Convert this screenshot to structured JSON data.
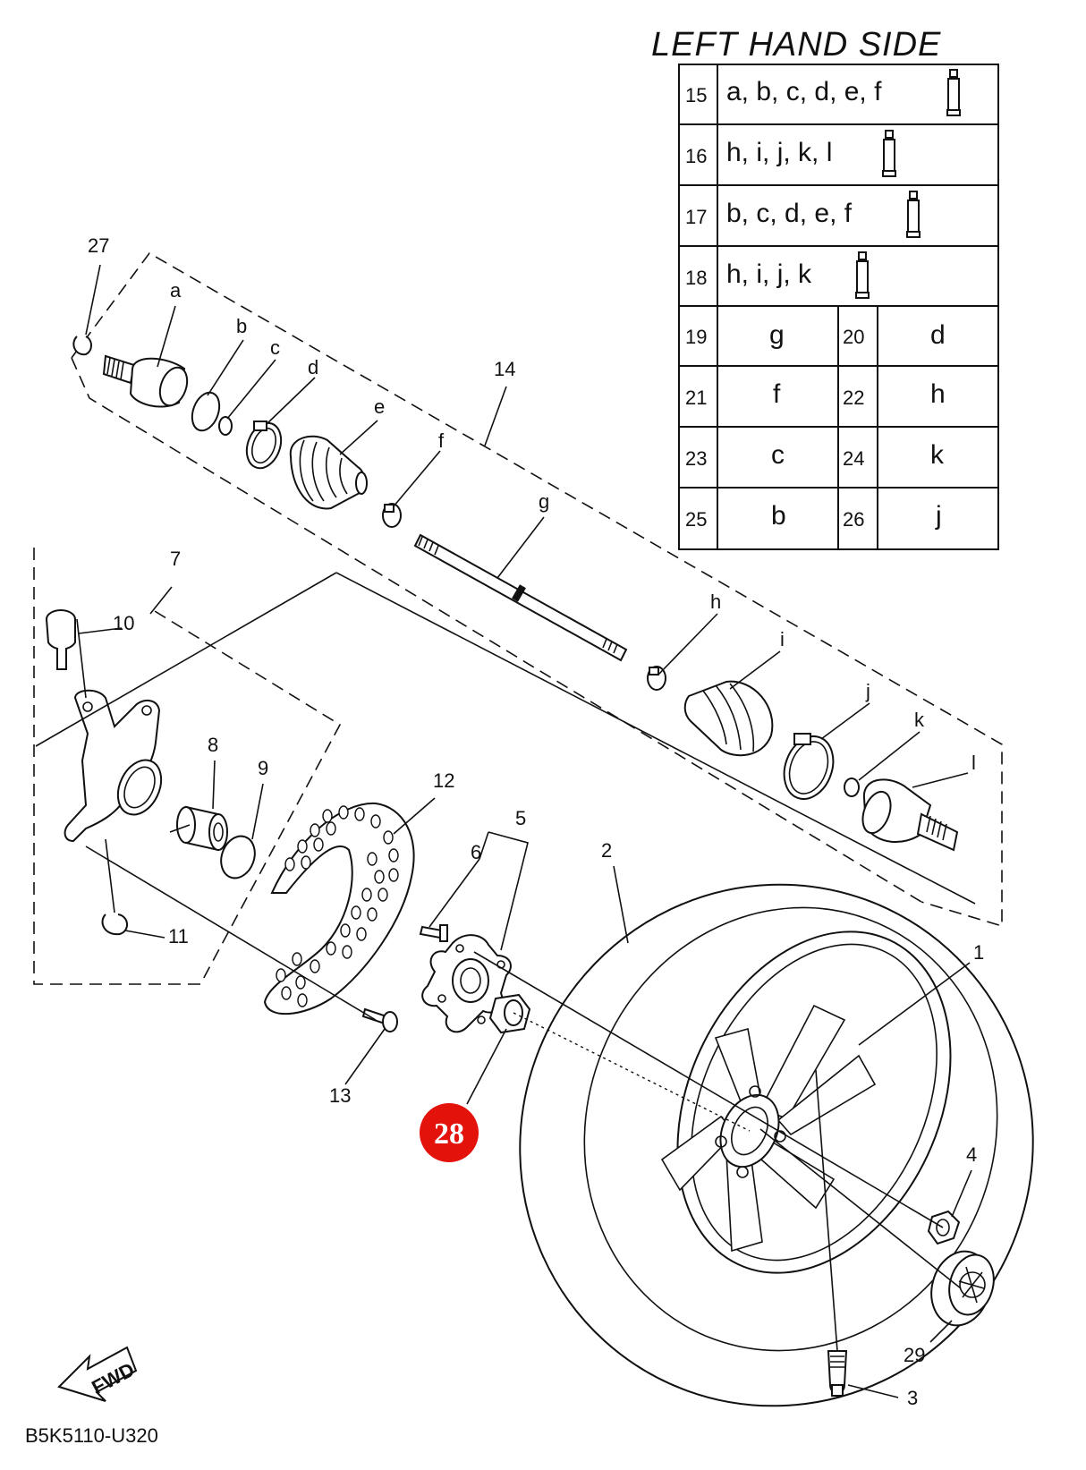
{
  "title": "LEFT HAND SIDE",
  "code": "B5K5110-U320",
  "fwd_label": "FWD",
  "highlight": {
    "label": "28",
    "color": "#e3120b"
  },
  "table_rows_single": [
    {
      "num": "15",
      "text": "a, b, c, d, e, f"
    },
    {
      "num": "16",
      "text": "h, i, j, k, l"
    },
    {
      "num": "17",
      "text": "b, c, d, e, f"
    },
    {
      "num": "18",
      "text": "h, i, j, k"
    }
  ],
  "table_rows_pair": [
    {
      "n1": "19",
      "v1": "g",
      "n2": "20",
      "v2": "d"
    },
    {
      "n1": "21",
      "v1": "f",
      "n2": "22",
      "v2": "h"
    },
    {
      "n1": "23",
      "v1": "c",
      "n2": "24",
      "v2": "k"
    },
    {
      "n1": "25",
      "v1": "b",
      "n2": "26",
      "v2": "j"
    }
  ],
  "callouts": {
    "c1": "1",
    "c2": "2",
    "c3": "3",
    "c4": "4",
    "c5": "5",
    "c6": "6",
    "c7": "7",
    "c8": "8",
    "c9": "9",
    "c10": "10",
    "c11": "11",
    "c12": "12",
    "c13": "13",
    "c14": "14",
    "c27": "27",
    "c29": "29",
    "a": "a",
    "b": "b",
    "c": "c",
    "d": "d",
    "e": "e",
    "f": "f",
    "g": "g",
    "h": "h",
    "i": "i",
    "j": "j",
    "k": "k",
    "l": "l"
  }
}
